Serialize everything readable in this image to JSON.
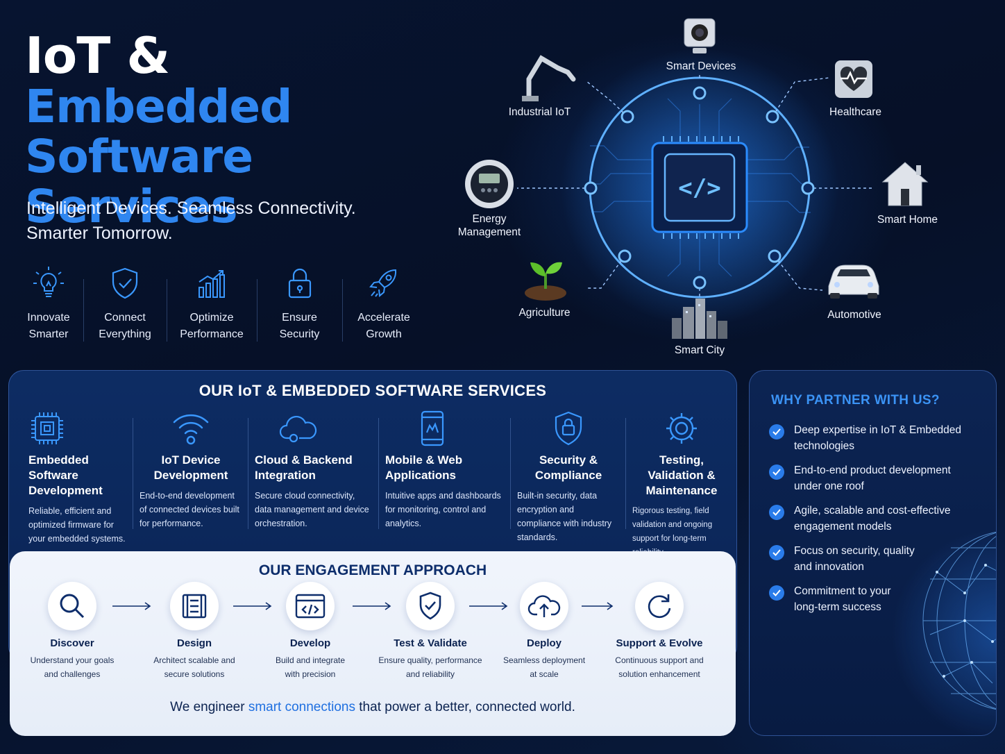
{
  "hero": {
    "title_line1": "IoT &",
    "title_line2": "Embedded",
    "title_line3": "Software Services",
    "tagline_line1": "Intelligent Devices. Seamless Connectivity.",
    "tagline_line2": "Smarter Tomorrow."
  },
  "pillars": [
    {
      "line1": "Innovate",
      "line2": "Smarter",
      "icon": "lightbulb-icon"
    },
    {
      "line1": "Connect",
      "line2": "Everything",
      "icon": "shield-check-icon"
    },
    {
      "line1": "Optimize",
      "line2": "Performance",
      "icon": "bar-chart-icon"
    },
    {
      "line1": "Ensure",
      "line2": "Security",
      "icon": "lock-icon"
    },
    {
      "line1": "Accelerate",
      "line2": "Growth",
      "icon": "rocket-icon"
    }
  ],
  "hub": {
    "center_glyph": "</>",
    "nodes": {
      "smart_devices": "Smart Devices",
      "industrial_iot": "Industrial IoT",
      "healthcare": "Healthcare",
      "energy_line1": "Energy",
      "energy_line2": "Management",
      "smart_home": "Smart Home",
      "agriculture": "Agriculture",
      "automotive": "Automotive",
      "smart_city": "Smart City"
    }
  },
  "services": {
    "heading": "OUR IoT & EMBEDDED SOFTWARE SERVICES",
    "items": [
      {
        "title": "Embedded Software Development",
        "desc": "Reliable, efficient and optimized firmware for your embedded systems.",
        "icon": "chip-icon"
      },
      {
        "title": "IoT Device Development",
        "desc": "End-to-end development of connected devices built for performance.",
        "icon": "wifi-icon"
      },
      {
        "title": "Cloud & Backend Integration",
        "desc": "Secure cloud connectivity, data management and device orchestration.",
        "icon": "cloud-icon"
      },
      {
        "title": "Mobile & Web Applications",
        "desc": "Intuitive apps and dashboards for monitoring, control and analytics.",
        "icon": "smartphone-icon"
      },
      {
        "title": "Security & Compliance",
        "desc": "Built-in security, data encryption and compliance with industry standards.",
        "icon": "shield-lock-icon"
      },
      {
        "title": "Testing, Validation & Maintenance",
        "desc": "Rigorous testing, field validation and ongoing support for long-term reliability.",
        "icon": "gear-icon"
      }
    ]
  },
  "engagement": {
    "heading": "OUR ENGAGEMENT APPROACH",
    "steps": [
      {
        "title": "Discover",
        "desc_line1": "Understand your goals",
        "desc_line2": "and challenges",
        "icon": "search-icon"
      },
      {
        "title": "Design",
        "desc_line1": "Architect scalable and",
        "desc_line2": "secure solutions",
        "icon": "blueprint-icon"
      },
      {
        "title": "Develop",
        "desc_line1": "Build and integrate",
        "desc_line2": "with precision",
        "icon": "code-window-icon"
      },
      {
        "title": "Test & Validate",
        "desc_line1": "Ensure quality, performance",
        "desc_line2": "and reliability",
        "icon": "shield-check-icon"
      },
      {
        "title": "Deploy",
        "desc_line1": "Seamless deployment",
        "desc_line2": "at scale",
        "icon": "cloud-upload-icon"
      },
      {
        "title": "Support & Evolve",
        "desc_line1": "Continuous support and",
        "desc_line2": "solution enhancement",
        "icon": "refresh-icon"
      }
    ],
    "closing_pre": "We engineer ",
    "closing_highlight": "smart connections",
    "closing_post": " that power a better, connected world."
  },
  "why": {
    "heading": "WHY PARTNER WITH US?",
    "items": [
      {
        "line1": "Deep expertise in IoT & Embedded",
        "line2": "technologies"
      },
      {
        "line1": "End-to-end product development",
        "line2": "under one roof"
      },
      {
        "line1": "Agile, scalable and cost-effective",
        "line2": "engagement models"
      },
      {
        "line1": "Focus on security, quality",
        "line2": "and innovation"
      },
      {
        "line1": "Commitment to your",
        "line2": "long-term success"
      }
    ]
  },
  "colors": {
    "accent_blue": "#2f86f0",
    "navy_bg": "#071430",
    "panel_light": "#eef3fa",
    "highlight": "#1f6fe0"
  }
}
